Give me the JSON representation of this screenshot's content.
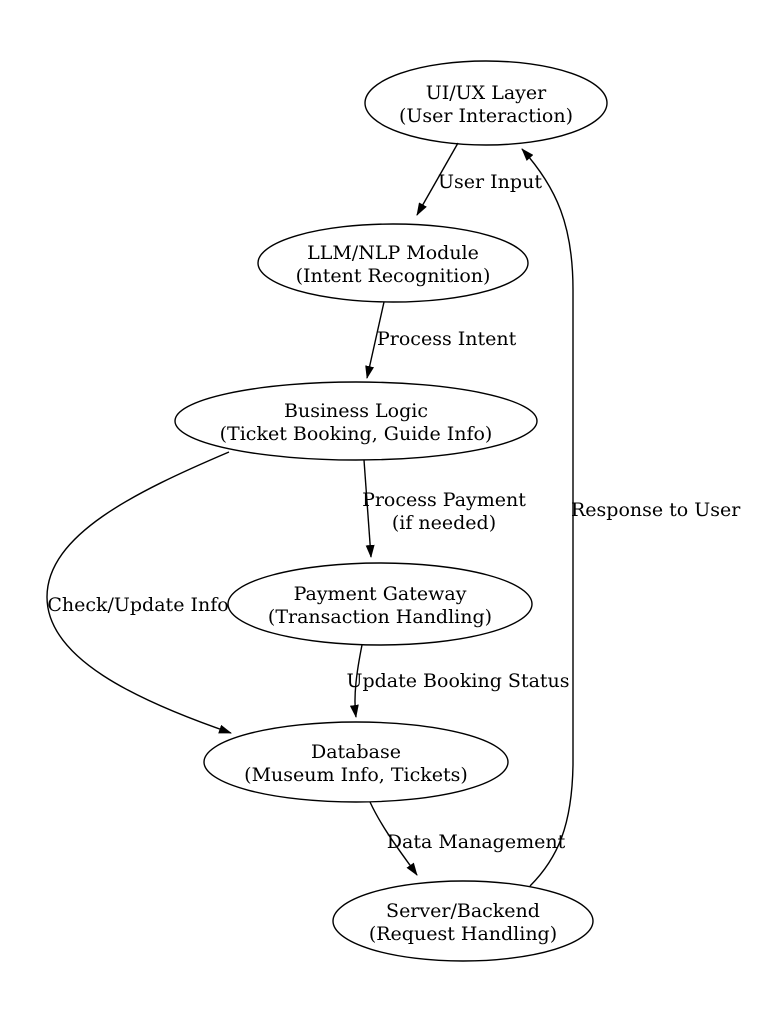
{
  "diagram": {
    "background_color": "#ffffff",
    "stroke_color": "#000000",
    "text_color": "#000000",
    "nodes": [
      {
        "id": "uiux",
        "name": "UI/UX Layer",
        "detail": "(User Interaction)"
      },
      {
        "id": "llm",
        "name": "LLM/NLP Module",
        "detail": "(Intent Recognition)"
      },
      {
        "id": "business",
        "name": "Business Logic",
        "detail": "(Ticket Booking, Guide Info)"
      },
      {
        "id": "payment",
        "name": "Payment Gateway",
        "detail": "(Transaction Handling)"
      },
      {
        "id": "database",
        "name": "Database",
        "detail": "(Museum Info, Tickets)"
      },
      {
        "id": "server",
        "name": "Server/Backend",
        "detail": "(Request Handling)"
      }
    ],
    "edges": [
      {
        "from": "UI/UX Layer",
        "to": "LLM/NLP Module",
        "label": "User Input"
      },
      {
        "from": "LLM/NLP Module",
        "to": "Business Logic",
        "label": "Process Intent"
      },
      {
        "from": "Business Logic",
        "to": "Payment Gateway",
        "label": "Process Payment",
        "label2": "(if needed)"
      },
      {
        "from": "Business Logic",
        "to": "Database",
        "label": "Check/Update Info"
      },
      {
        "from": "Payment Gateway",
        "to": "Database",
        "label": "Update Booking Status"
      },
      {
        "from": "Database",
        "to": "Server/Backend",
        "label": "Data Management"
      },
      {
        "from": "Server/Backend",
        "to": "UI/UX Layer",
        "label": "Response to User"
      }
    ]
  }
}
